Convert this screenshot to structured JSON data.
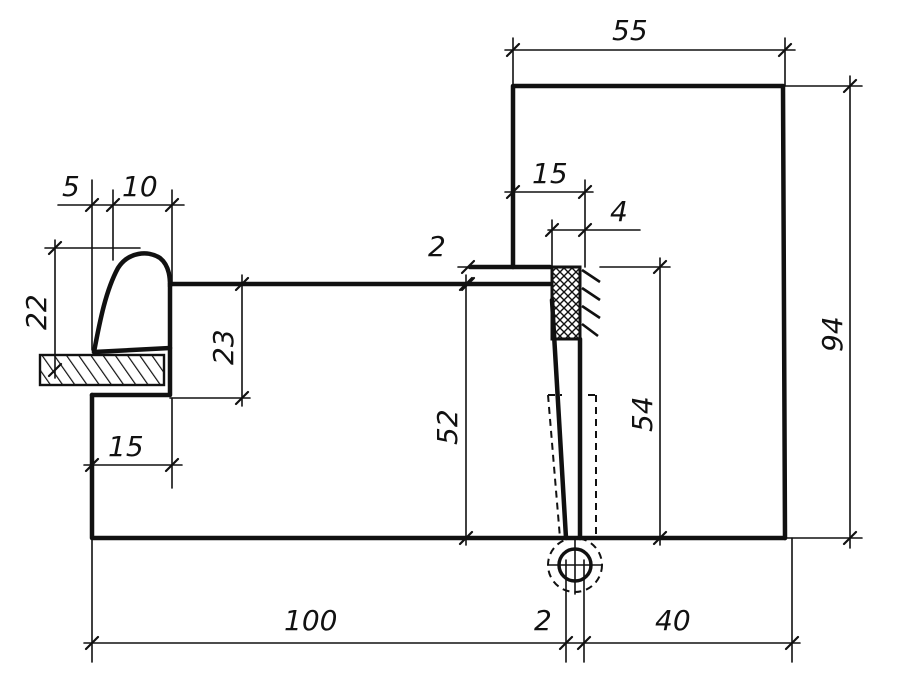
{
  "dimensions": {
    "d55": "55",
    "d15_top": "15",
    "d4": "4",
    "d2_left": "2",
    "d5": "5",
    "d10": "10",
    "d22": "22",
    "d23": "23",
    "d15_left": "15",
    "d52": "52",
    "d54": "54",
    "d94": "94",
    "d100": "100",
    "d2_bottom": "2",
    "d40": "40"
  },
  "colors": {
    "ink": "#111111",
    "paper": "#ffffff"
  }
}
